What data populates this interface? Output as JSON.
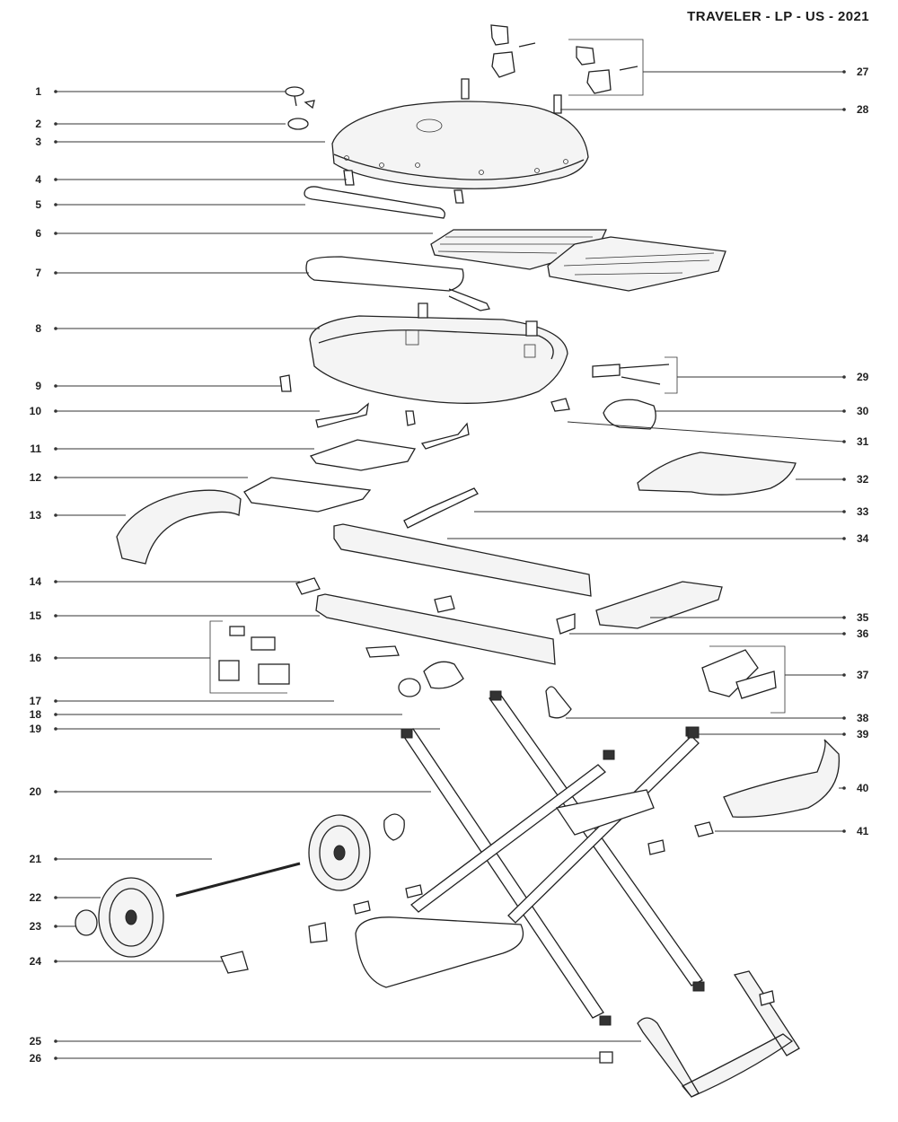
{
  "title": "TRAVELER - LP - US - 2021",
  "labels_left": [
    {
      "id": "1",
      "text": "1"
    },
    {
      "id": "2",
      "text": "2"
    },
    {
      "id": "3",
      "text": "3"
    },
    {
      "id": "4",
      "text": "4"
    },
    {
      "id": "5",
      "text": "5"
    },
    {
      "id": "6",
      "text": "6"
    },
    {
      "id": "7",
      "text": "7"
    },
    {
      "id": "8",
      "text": "8"
    },
    {
      "id": "9",
      "text": "9"
    },
    {
      "id": "10",
      "text": "10"
    },
    {
      "id": "11",
      "text": "11"
    },
    {
      "id": "12",
      "text": "12"
    },
    {
      "id": "13",
      "text": "13"
    },
    {
      "id": "14",
      "text": "14"
    },
    {
      "id": "15",
      "text": "15"
    },
    {
      "id": "16",
      "text": "16"
    },
    {
      "id": "17",
      "text": "17"
    },
    {
      "id": "18",
      "text": "18"
    },
    {
      "id": "19",
      "text": "19"
    },
    {
      "id": "20",
      "text": "20"
    },
    {
      "id": "21",
      "text": "21"
    },
    {
      "id": "22",
      "text": "22"
    },
    {
      "id": "23",
      "text": "23"
    },
    {
      "id": "24",
      "text": "24"
    },
    {
      "id": "25",
      "text": "25"
    },
    {
      "id": "26",
      "text": "26"
    }
  ],
  "labels_right": [
    {
      "id": "27",
      "text": "27"
    },
    {
      "id": "28",
      "text": "28"
    },
    {
      "id": "29",
      "text": "29"
    },
    {
      "id": "30",
      "text": "30"
    },
    {
      "id": "31",
      "text": "31"
    },
    {
      "id": "32",
      "text": "32"
    },
    {
      "id": "33",
      "text": "33"
    },
    {
      "id": "34",
      "text": "34"
    },
    {
      "id": "35",
      "text": "35"
    },
    {
      "id": "36",
      "text": "36"
    },
    {
      "id": "37",
      "text": "37"
    },
    {
      "id": "38",
      "text": "38"
    },
    {
      "id": "39",
      "text": "39"
    },
    {
      "id": "40",
      "text": "40"
    },
    {
      "id": "41",
      "text": "41"
    }
  ]
}
